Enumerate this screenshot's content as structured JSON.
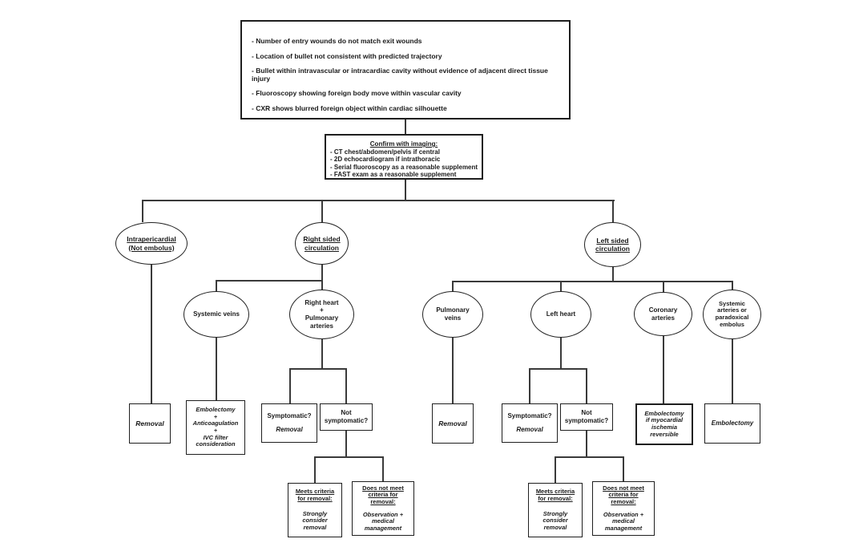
{
  "criteria_box": {
    "items": [
      "- Number of entry wounds do not match exit wounds",
      "- Location of bullet not consistent with predicted trajectory",
      "- Bullet within intravascular or intracardiac cavity without evidence of adjacent direct tissue injury",
      "- Fluoroscopy showing foreign body move within vascular cavity",
      "- CXR shows blurred foreign object within cardiac silhouette"
    ]
  },
  "imaging_box": {
    "title": "Confirm with imaging:",
    "items_text": "- CT chest/abdomen/pelvis if central\n- 2D echocardiogram if intrathoracic\n- Serial fluoroscopy as a reasonable supplement\n- FAST exam as a reasonable supplement"
  },
  "branches": {
    "intrapericardial": "Intrapericardial\n(Not embolus)",
    "right_sided": "Right sided\ncirculation",
    "left_sided": "Left sided\ncirculation"
  },
  "locations": {
    "systemic_veins": "Systemic veins",
    "right_heart": "Right heart\n+\nPulmonary\narteries",
    "pulmonary_veins": "Pulmonary\nveins",
    "left_heart": "Left heart",
    "coronary_arteries": "Coronary\narteries",
    "systemic_arteries": "Systemic\narteries or\nparadoxical\nembolus"
  },
  "outcomes": {
    "removal": "Removal",
    "embolectomy_ivc": "Embolectomy\n+\nAnticoagulation\n+\nIVC filter\nconsideration",
    "symptomatic_q": "Symptomatic?",
    "not_symptomatic_q": "Not\nsymptomatic?",
    "embolectomy_coronary": "Embolectomy\nif myocardial\nischemia\nreversible",
    "embolectomy": "Embolectomy",
    "meets_criteria_heading": "Meets criteria\nfor removal:",
    "meets_criteria_action": "Strongly\nconsider\nremoval",
    "not_meet_heading": "Does not meet\ncriteria for\nremoval:",
    "not_meet_action": "Observation +\nmedical\nmanagement"
  },
  "colors": {
    "background": "#ffffff",
    "line": "#3a3a3a",
    "border": "#1f1f1f",
    "text": "#1a1a1a"
  }
}
